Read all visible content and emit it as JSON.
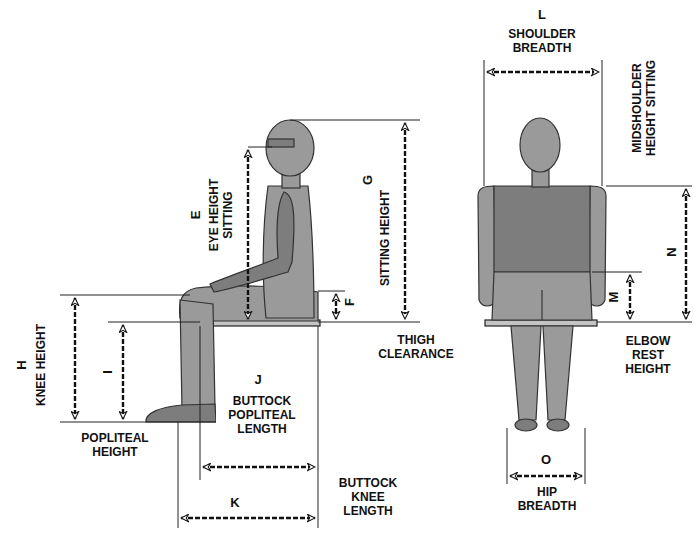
{
  "diagram": {
    "labels": [
      "E",
      "EYE HEIGHT SITTING",
      "G",
      "SITTING HEIGHT",
      "F",
      "THIGH CLEARANCE",
      "H",
      "KNEE HEIGHT",
      "I",
      "POPLITEAL HEIGHT",
      "J",
      "BUTTOCK POPLITEAL LENGTH",
      "K",
      "BUTTOCK KNEE LENGTH",
      "L",
      "SHOULDER BREADTH",
      "MIDSHOULDER HEIGHT SITTING",
      "N",
      "M",
      "ELBOW REST HEIGHT",
      "O",
      "HIP BREADTH"
    ]
  }
}
